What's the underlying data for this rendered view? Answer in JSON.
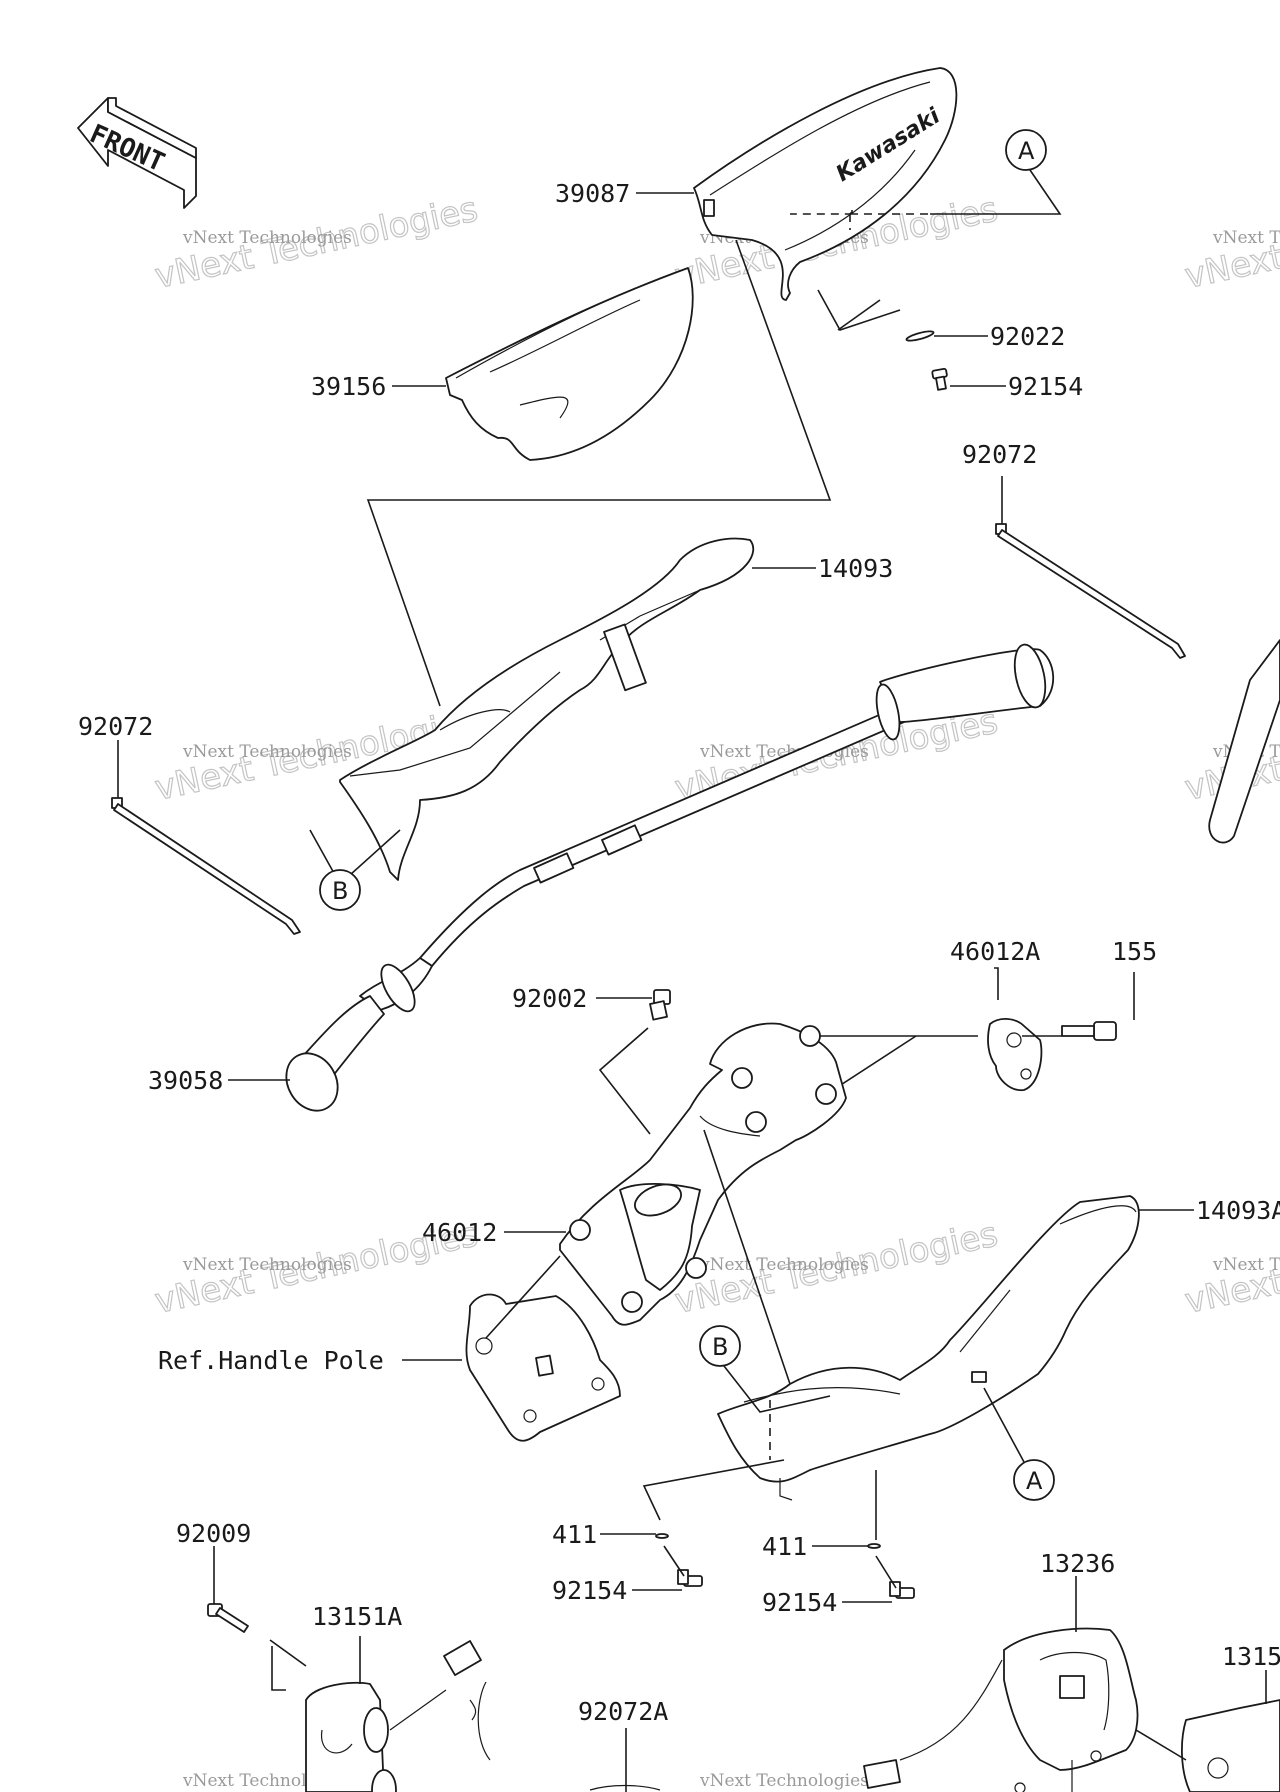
{
  "front_marker": "FRONT",
  "brand_decal": "Kawasaki",
  "watermark": {
    "small": "vNext Technologies",
    "big": "vNext Technologies"
  },
  "parts": {
    "p39087": "39087",
    "p39156": "39156",
    "p92022": "92022",
    "p92154_top": "92154",
    "p92072_right": "92072",
    "p14093": "14093",
    "p92072_left": "92072",
    "p39058": "39058",
    "p92002": "92002",
    "p46012A": "46012A",
    "p155": "155",
    "p46012": "46012",
    "p14093A": "14093A",
    "p411_left": "411",
    "p92154_left": "92154",
    "p411_right": "411",
    "p92154_right": "92154",
    "p92009": "92009",
    "p13151A": "13151A",
    "p92072A": "92072A",
    "p13236": "13236",
    "p1315": "1315"
  },
  "reference": "Ref.Handle Pole",
  "callouts": {
    "a_top": "A",
    "b_left": "B",
    "b_mid": "B",
    "a_low": "A"
  }
}
